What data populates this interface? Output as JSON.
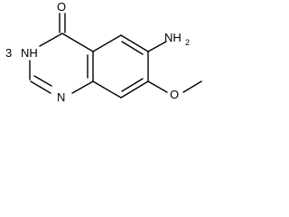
{
  "molecule": {
    "atoms": {
      "carbonyl_oxygen": "O",
      "ring_nh": "NH",
      "ring_nh_prefix": "3",
      "ring_nh_prefix_display": "3",
      "ring_n": "N",
      "amino_n": "NH",
      "amino_h_count": "2",
      "methoxy_o": "O"
    }
  }
}
